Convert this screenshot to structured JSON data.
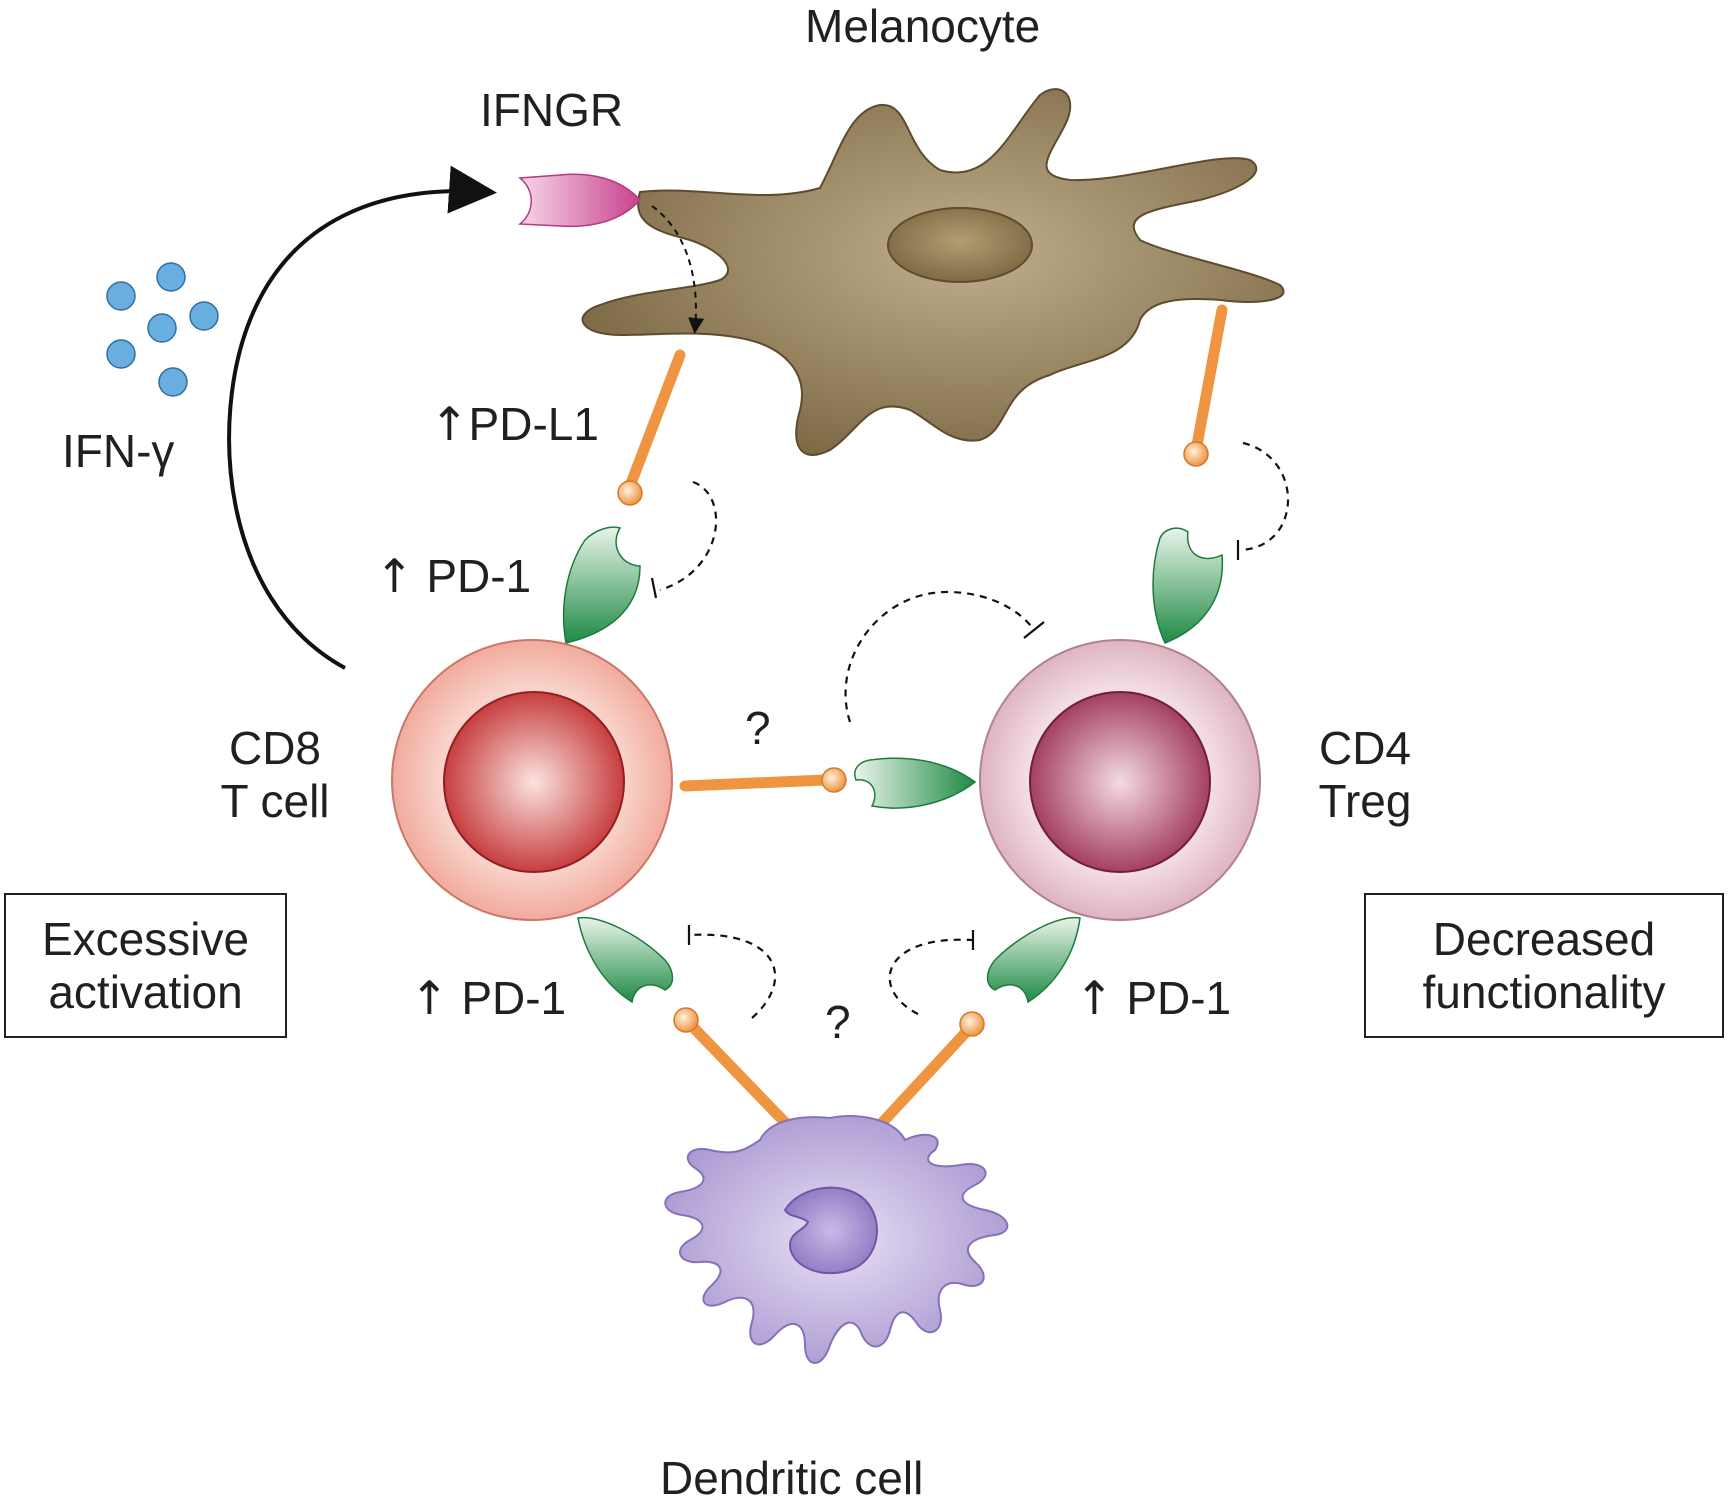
{
  "labels": {
    "melanocyte": "Melanocyte",
    "ifngr": "IFNGR",
    "ifn_gamma": "IFN-γ",
    "pd_l1": "PD-L1",
    "pd1_top": "PD-1",
    "pd1_bottom_left": "PD-1",
    "pd1_bottom_right": "PD-1",
    "up_arrow": "↑",
    "cd8_line1": "CD8",
    "cd8_line2": "T cell",
    "cd4_line1": "CD4",
    "cd4_line2": "Treg",
    "question_mid": "?",
    "question_bottom": "?",
    "dendritic_cell": "Dendritic cell"
  },
  "boxes": {
    "left_line1": "Excessive",
    "left_line2": "activation",
    "right_line1": "Decreased",
    "right_line2": "functionality"
  },
  "colors": {
    "melanocyte": "#8b7550",
    "ifngr": "#d46fa6",
    "ifn_dots": "#6aaedf",
    "pd_l1": "#ef9a45",
    "pd_1": "#3a9a55",
    "cd8_outer": "#f3b4a6",
    "cd8_nucleus": "#c73838",
    "cd4_outer": "#e5bfcb",
    "cd4_nucleus": "#a83c5c",
    "dendritic": "#b4a0d6"
  }
}
